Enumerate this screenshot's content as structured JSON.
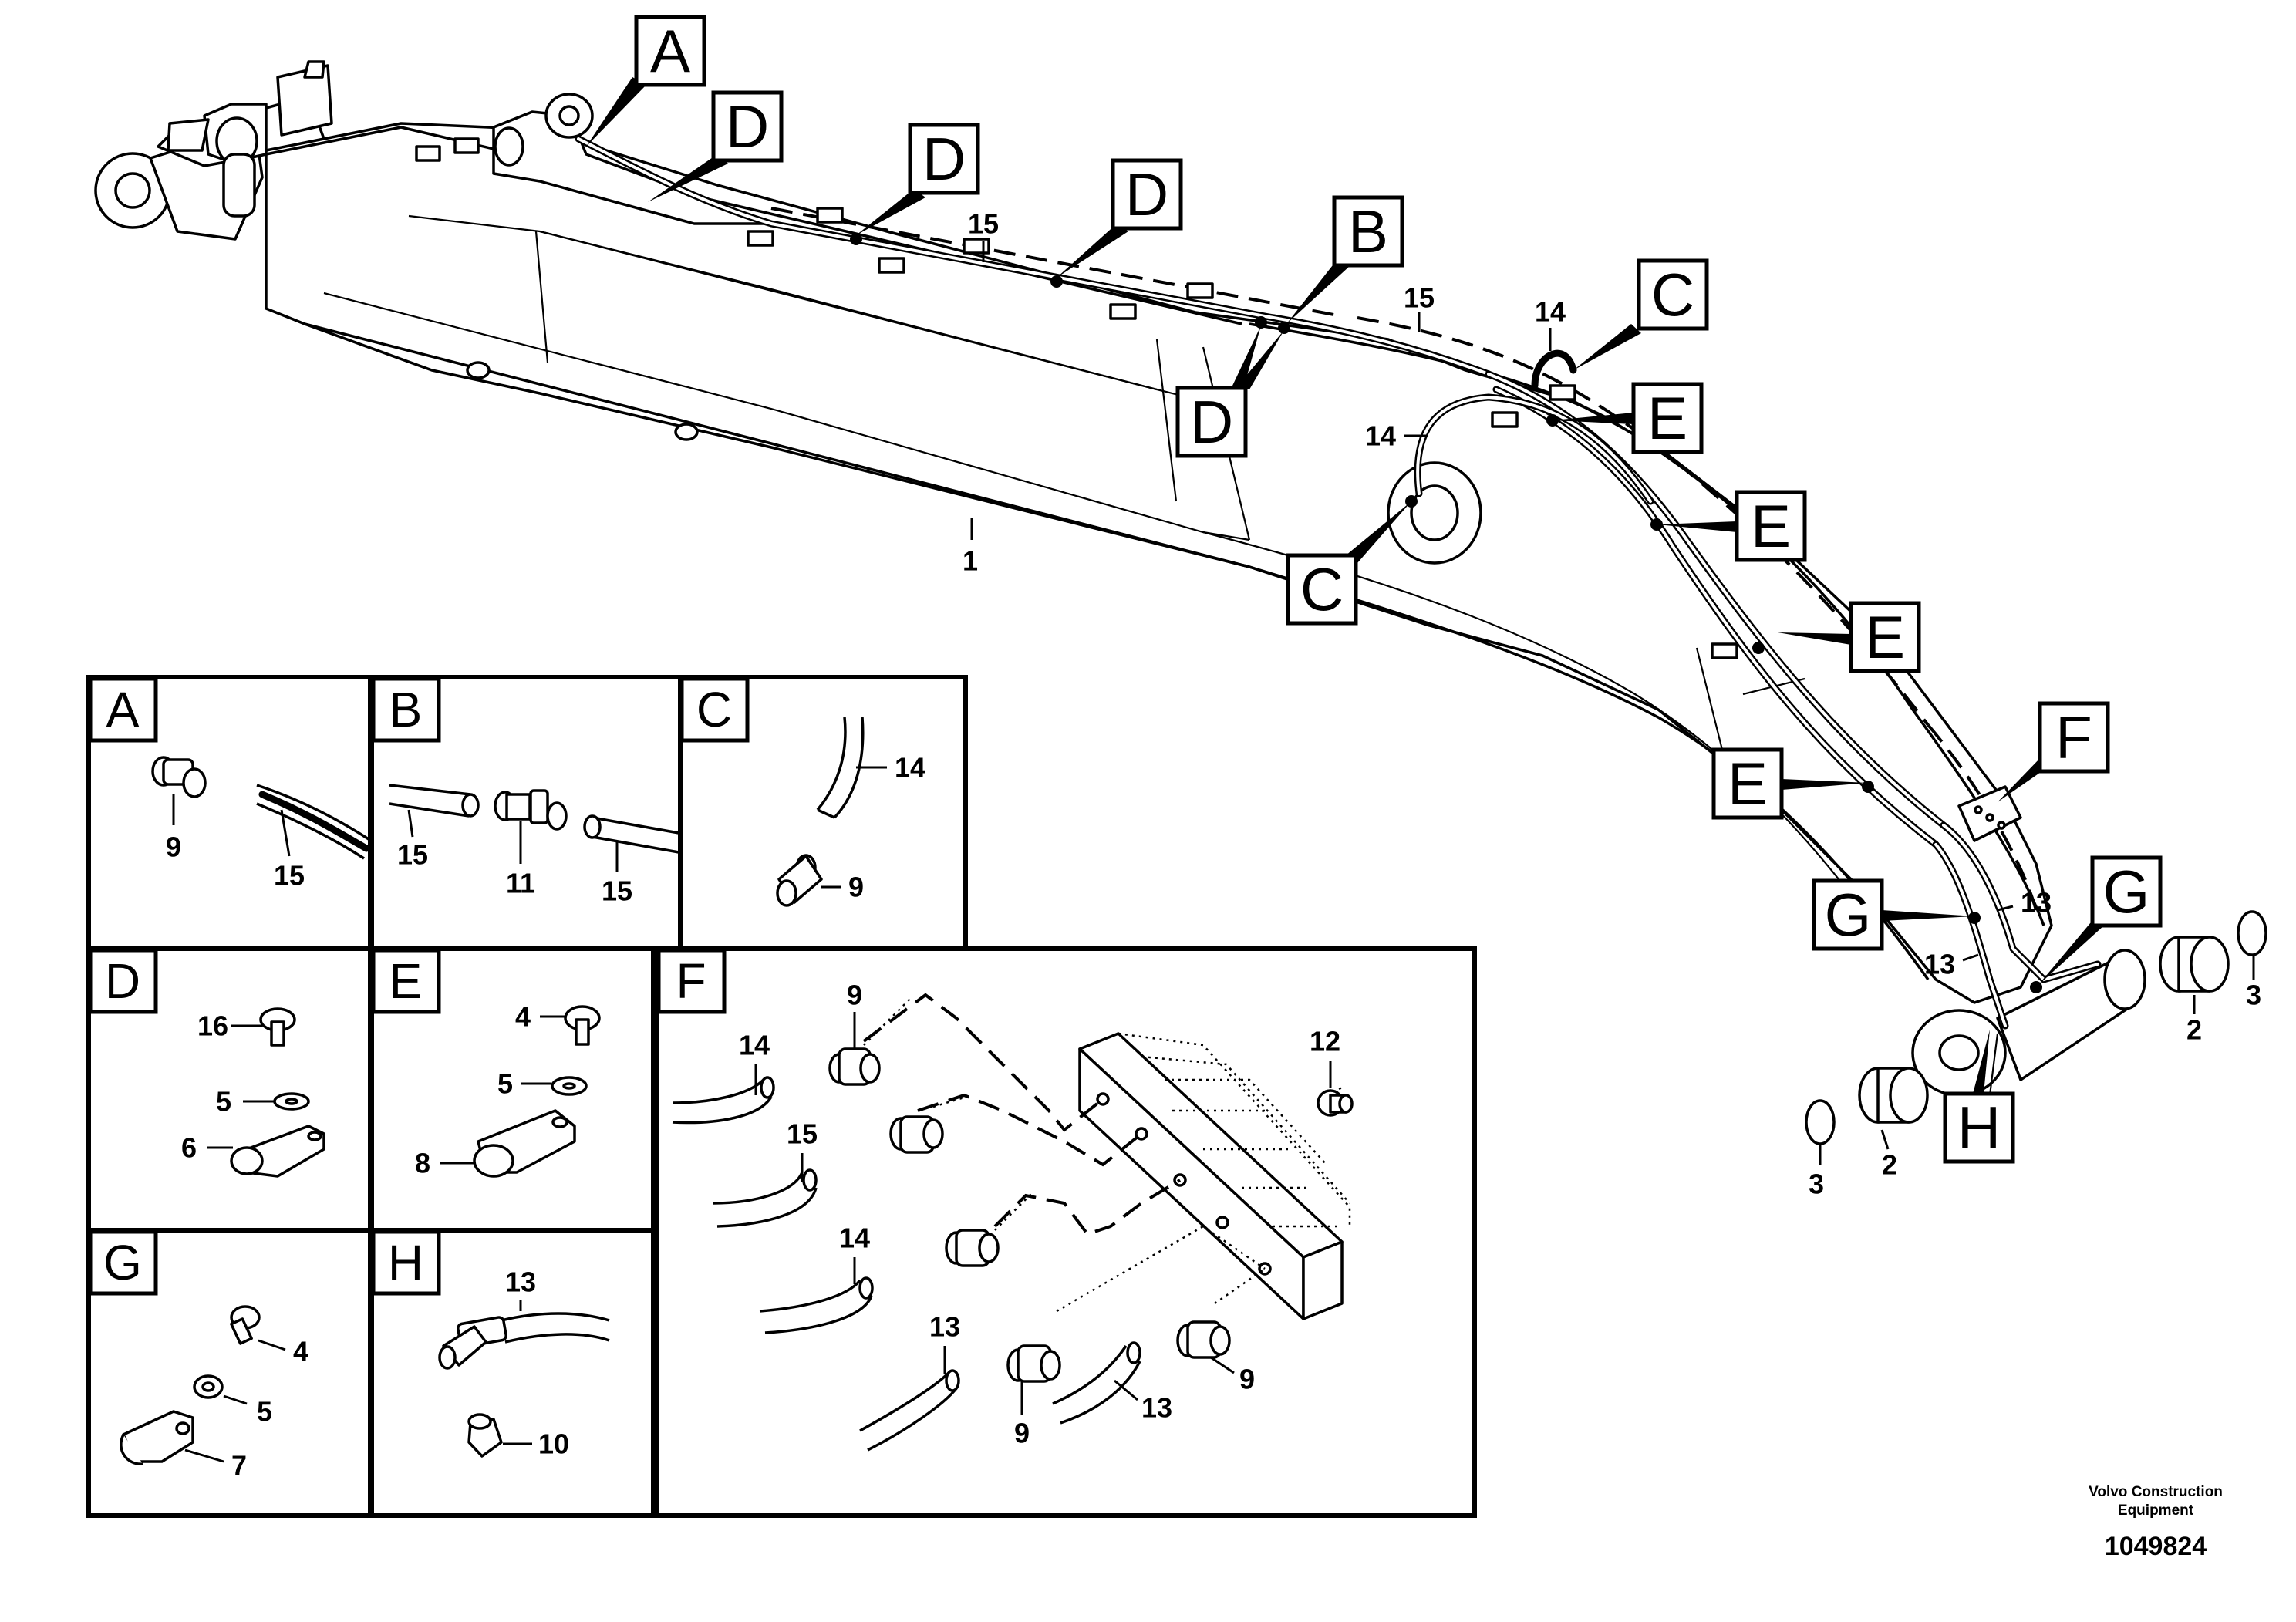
{
  "callouts": {
    "a_top": "A",
    "d1": "D",
    "d2": "D",
    "d3": "D",
    "d4": "D",
    "b_top": "B",
    "c_top": "C",
    "c_mid": "C",
    "e1": "E",
    "e2": "E",
    "e3": "E",
    "e4": "E",
    "f": "F",
    "g1": "G",
    "g2": "G",
    "h": "H"
  },
  "main_parts": {
    "p1": "1",
    "p15a": "15",
    "p15b": "15",
    "p14a": "14",
    "p14b": "14",
    "p13a": "13",
    "p13b": "13",
    "p2a": "2",
    "p2b": "2",
    "p3a": "3",
    "p3b": "3"
  },
  "panels": {
    "A": {
      "letter": "A",
      "parts": [
        "9",
        "15"
      ]
    },
    "B": {
      "letter": "B",
      "parts": [
        "15",
        "11",
        "15"
      ]
    },
    "C": {
      "letter": "C",
      "parts": [
        "14",
        "9"
      ]
    },
    "D": {
      "letter": "D",
      "parts": [
        "16",
        "5",
        "6"
      ]
    },
    "E": {
      "letter": "E",
      "parts": [
        "4",
        "5",
        "8"
      ]
    },
    "F": {
      "letter": "F",
      "parts": [
        "9",
        "14",
        "15",
        "14",
        "13",
        "12",
        "9",
        "13",
        "9"
      ]
    },
    "G": {
      "letter": "G",
      "parts": [
        "4",
        "5",
        "7"
      ]
    },
    "H": {
      "letter": "H",
      "parts": [
        "13",
        "10"
      ]
    }
  },
  "footer": {
    "brand_line1": "Volvo Construction",
    "brand_line2": "Equipment",
    "drawing_number": "1049824"
  }
}
